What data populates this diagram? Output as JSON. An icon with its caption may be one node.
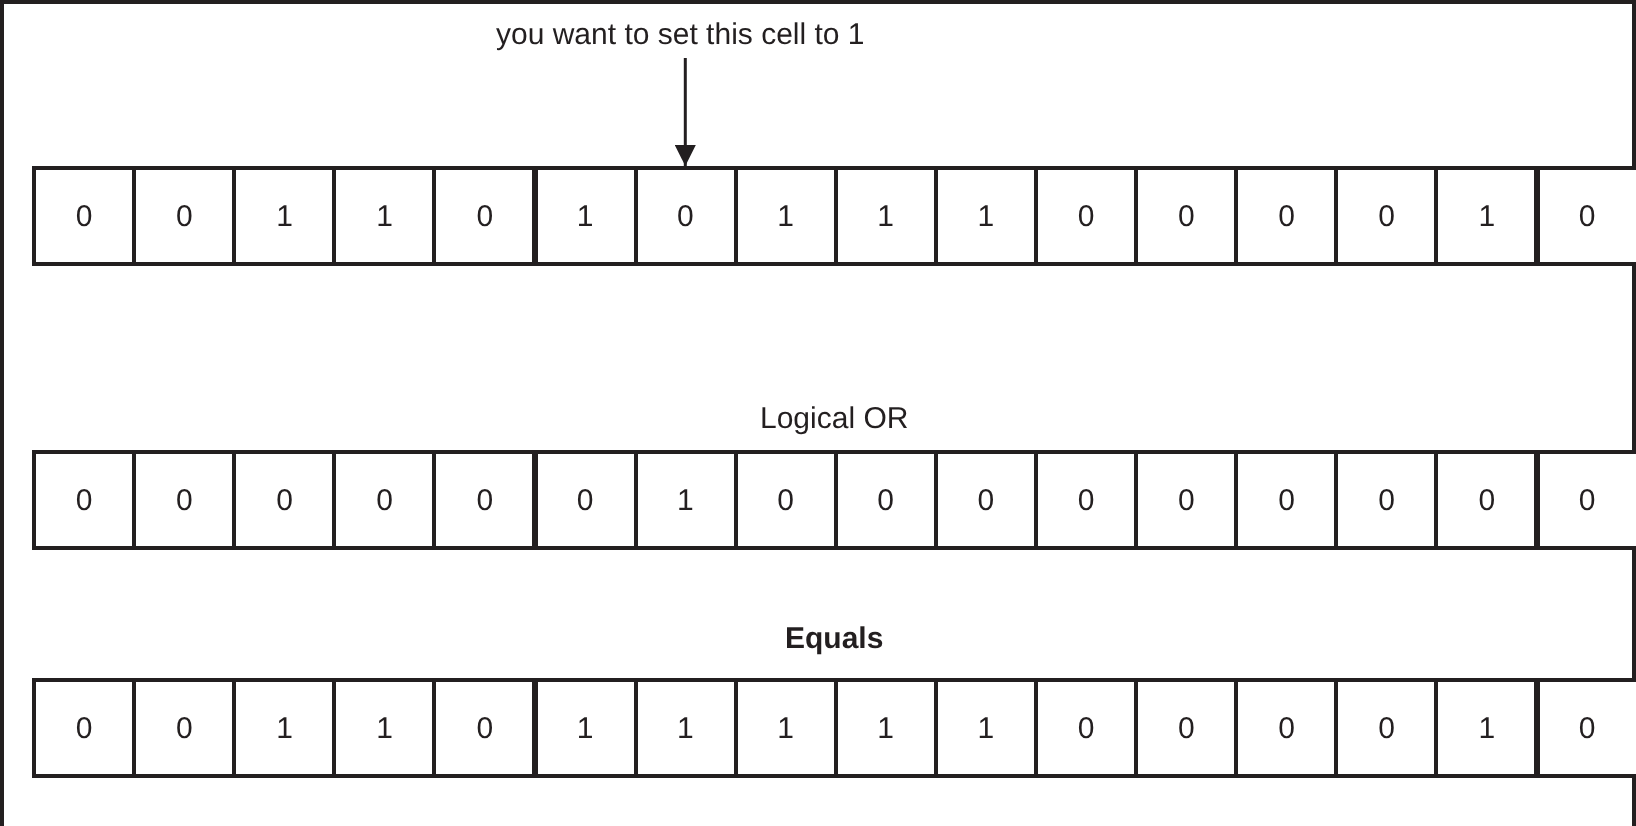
{
  "diagram": {
    "nodes": [
      {
        "text": [
          "you want to set this cell to 1"
        ]
      },
      {
        "text": [
          "0"
        ]
      },
      {
        "text": [
          "0"
        ]
      },
      {
        "text": [
          "1"
        ]
      },
      {
        "text": [
          "1"
        ]
      },
      {
        "text": [
          "0"
        ]
      },
      {
        "text": [
          "1"
        ]
      },
      {
        "text": [
          "0"
        ]
      },
      {
        "text": [
          "1"
        ]
      },
      {
        "text": [
          "1"
        ]
      },
      {
        "text": [
          "1"
        ]
      },
      {
        "text": [
          "0"
        ]
      },
      {
        "text": [
          "0"
        ]
      },
      {
        "text": [
          "0"
        ]
      },
      {
        "text": [
          "0"
        ]
      },
      {
        "text": [
          "1"
        ]
      },
      {
        "text": [
          "0"
        ]
      },
      {
        "text": [
          "0"
        ]
      },
      {
        "text": [
          "0"
        ]
      },
      {
        "text": [
          "0"
        ]
      },
      {
        "text": [
          "0"
        ]
      },
      {
        "text": [
          "0"
        ]
      },
      {
        "text": [
          "0"
        ]
      },
      {
        "text": [
          "1"
        ]
      },
      {
        "text": [
          "0"
        ]
      },
      {
        "text": [
          "0"
        ]
      },
      {
        "text": [
          "0"
        ]
      },
      {
        "text": [
          "0"
        ]
      },
      {
        "text": [
          "0"
        ]
      },
      {
        "text": [
          "0"
        ]
      },
      {
        "text": [
          "0"
        ]
      },
      {
        "text": [
          "0"
        ]
      },
      {
        "text": [
          "0"
        ]
      },
      {
        "text": [
          "0"
        ]
      },
      {
        "text": [
          "0"
        ]
      },
      {
        "text": [
          "1"
        ]
      },
      {
        "text": [
          "1"
        ]
      },
      {
        "text": [
          "0"
        ]
      },
      {
        "text": [
          "1"
        ]
      },
      {
        "text": [
          "1"
        ]
      },
      {
        "text": [
          "1"
        ]
      },
      {
        "text": [
          "1"
        ]
      },
      {
        "text": [
          "1"
        ]
      },
      {
        "text": [
          "0"
        ]
      },
      {
        "text": [
          "0"
        ]
      },
      {
        "text": [
          "0"
        ]
      },
      {
        "text": [
          "0"
        ]
      },
      {
        "text": [
          "1"
        ]
      },
      {
        "text": [
          "0"
        ]
      }
    ],
    "edges": [
      {
        "from": 0,
        "to": 7,
        "arrow": "to"
      }
    ],
    "labels": [
      "Logical OR",
      "Equals"
    ]
  }
}
